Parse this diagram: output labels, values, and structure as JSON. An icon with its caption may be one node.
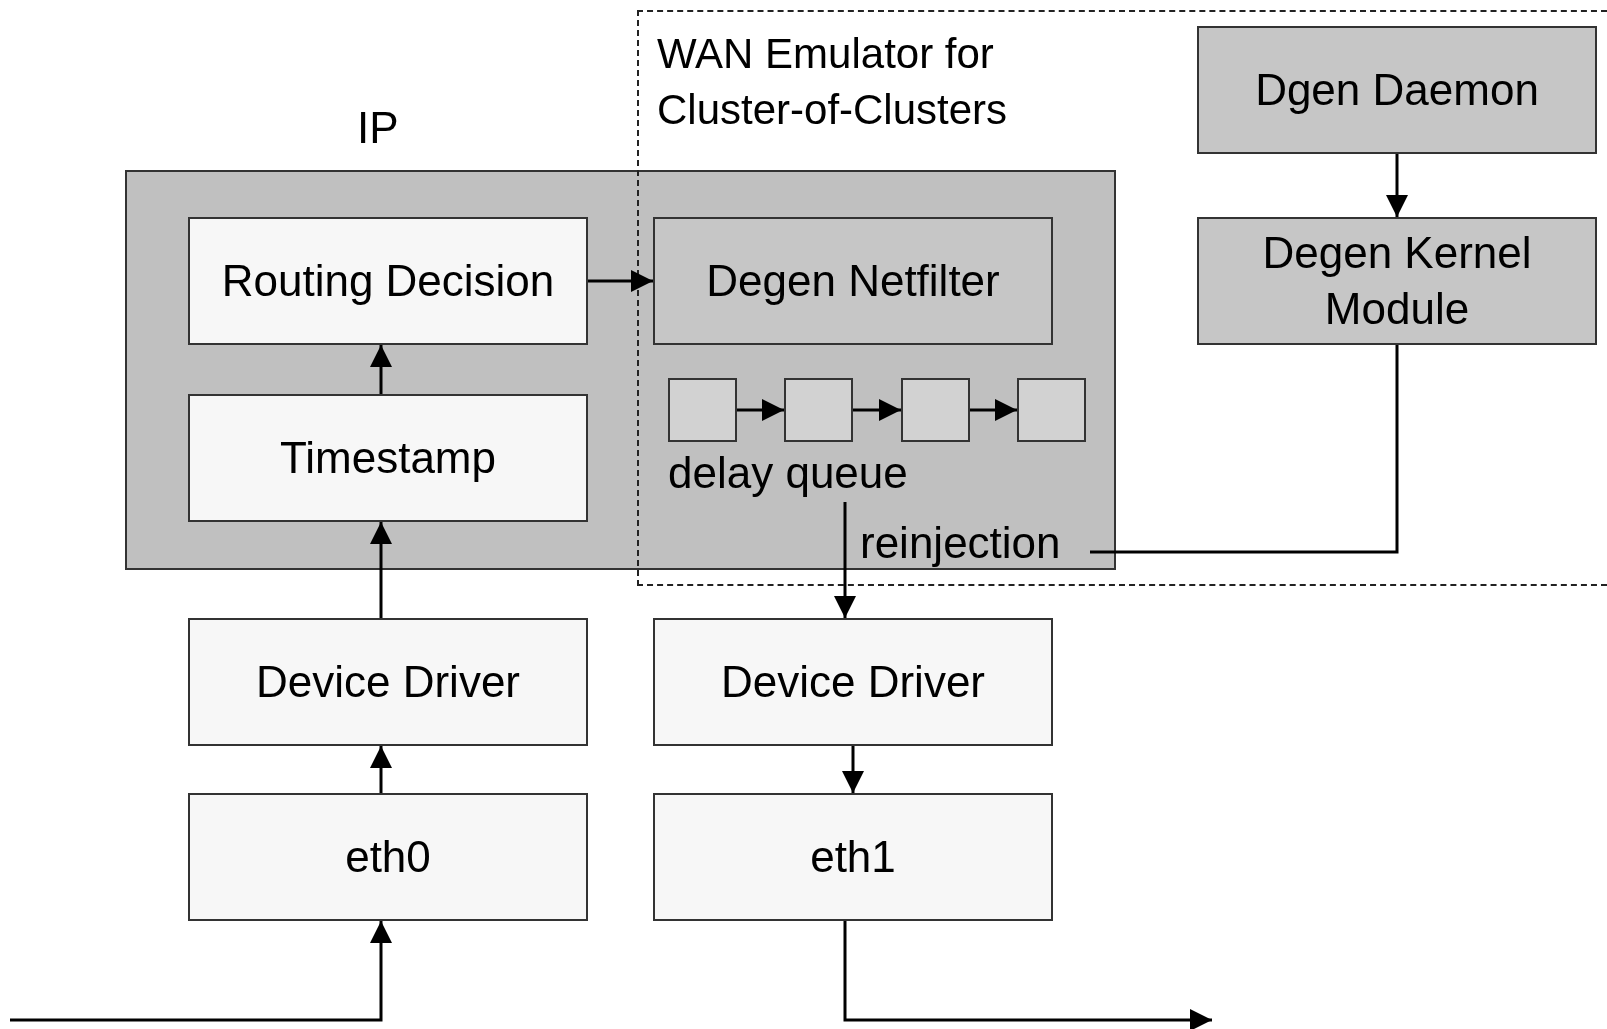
{
  "diagram": {
    "nodes": [
      {
        "text": [
          "IP"
        ]
      },
      {
        "text": [
          "WAN Emulator for Cluster-of-Clusters"
        ]
      },
      {
        "text": [
          "Routing Decision"
        ],
        "in": 0
      },
      {
        "text": [
          "Timestamp"
        ],
        "in": 0
      },
      {
        "text": [
          "Degen Netfilter"
        ]
      },
      {
        "text": [],
        "shape": "box"
      },
      {
        "text": [],
        "shape": "box"
      },
      {
        "text": [],
        "shape": "box"
      },
      {
        "text": [],
        "shape": "box"
      },
      {
        "text": [
          "Dgen Daemon"
        ],
        "in": 1
      },
      {
        "text": [
          "Degen Kernel Module"
        ],
        "in": 1
      },
      {
        "text": [
          "Device Driver"
        ]
      },
      {
        "text": [
          "eth0"
        ]
      },
      {
        "text": [
          "Device Driver"
        ]
      },
      {
        "text": [
          "eth1"
        ]
      },
      {
        "text": [
          "delay queue"
        ]
      },
      {
        "text": [
          "reinjection"
        ]
      }
    ],
    "edges": [
      {
        "from": null,
        "to": 12,
        "arrow": "to"
      },
      {
        "from": 12,
        "to": 11,
        "arrow": "to"
      },
      {
        "from": 11,
        "to": 3,
        "arrow": "to"
      },
      {
        "from": 3,
        "to": 2,
        "arrow": "to"
      },
      {
        "from": 2,
        "to": 4,
        "arrow": "to"
      },
      {
        "from": 5,
        "to": 6,
        "arrow": "to"
      },
      {
        "from": 6,
        "to": 7,
        "arrow": "to"
      },
      {
        "from": 7,
        "to": 8,
        "arrow": "to"
      },
      {
        "from": 15,
        "to": 13,
        "arrow": "to"
      },
      {
        "from": 13,
        "to": 14,
        "arrow": "to"
      },
      {
        "from": 14,
        "to": null,
        "arrow": "to"
      },
      {
        "from": 9,
        "to": 10,
        "arrow": "to"
      },
      {
        "from": 10,
        "to": 16,
        "arrow": "none"
      }
    ]
  }
}
